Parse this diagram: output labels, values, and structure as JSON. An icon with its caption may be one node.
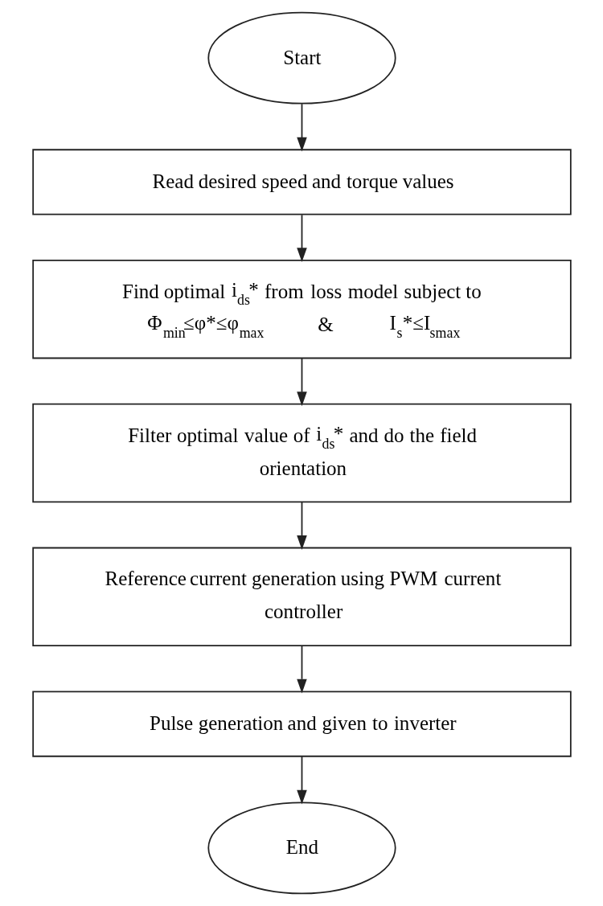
{
  "diagram": {
    "nodes": [
      {
        "text": [
          "Start"
        ]
      },
      {
        "text": [
          "Read desired speed and torque values"
        ]
      },
      {
        "text": [
          "Find optimal i$_{ds}$* from loss model subject to",
          "Φ$_{min}$≤φ*≤φ$_{max}$ & I$_{s}$*≤I$_{smax}$"
        ]
      },
      {
        "text": [
          "Filter optimal value of i$_{ds}$* and do the field orientation"
        ]
      },
      {
        "text": [
          "Reference current generation using PWM current controller"
        ]
      },
      {
        "text": [
          "Pulse generation and given to inverter"
        ]
      },
      {
        "text": [
          "End"
        ]
      }
    ],
    "edges": [
      {
        "from": 0,
        "to": 1,
        "arrow": "to"
      },
      {
        "from": 1,
        "to": 2,
        "arrow": "to"
      },
      {
        "from": 2,
        "to": 3,
        "arrow": "to"
      },
      {
        "from": 3,
        "to": 4,
        "arrow": "to"
      },
      {
        "from": 4,
        "to": 5,
        "arrow": "to"
      },
      {
        "from": 5,
        "to": 6,
        "arrow": "to"
      }
    ]
  }
}
